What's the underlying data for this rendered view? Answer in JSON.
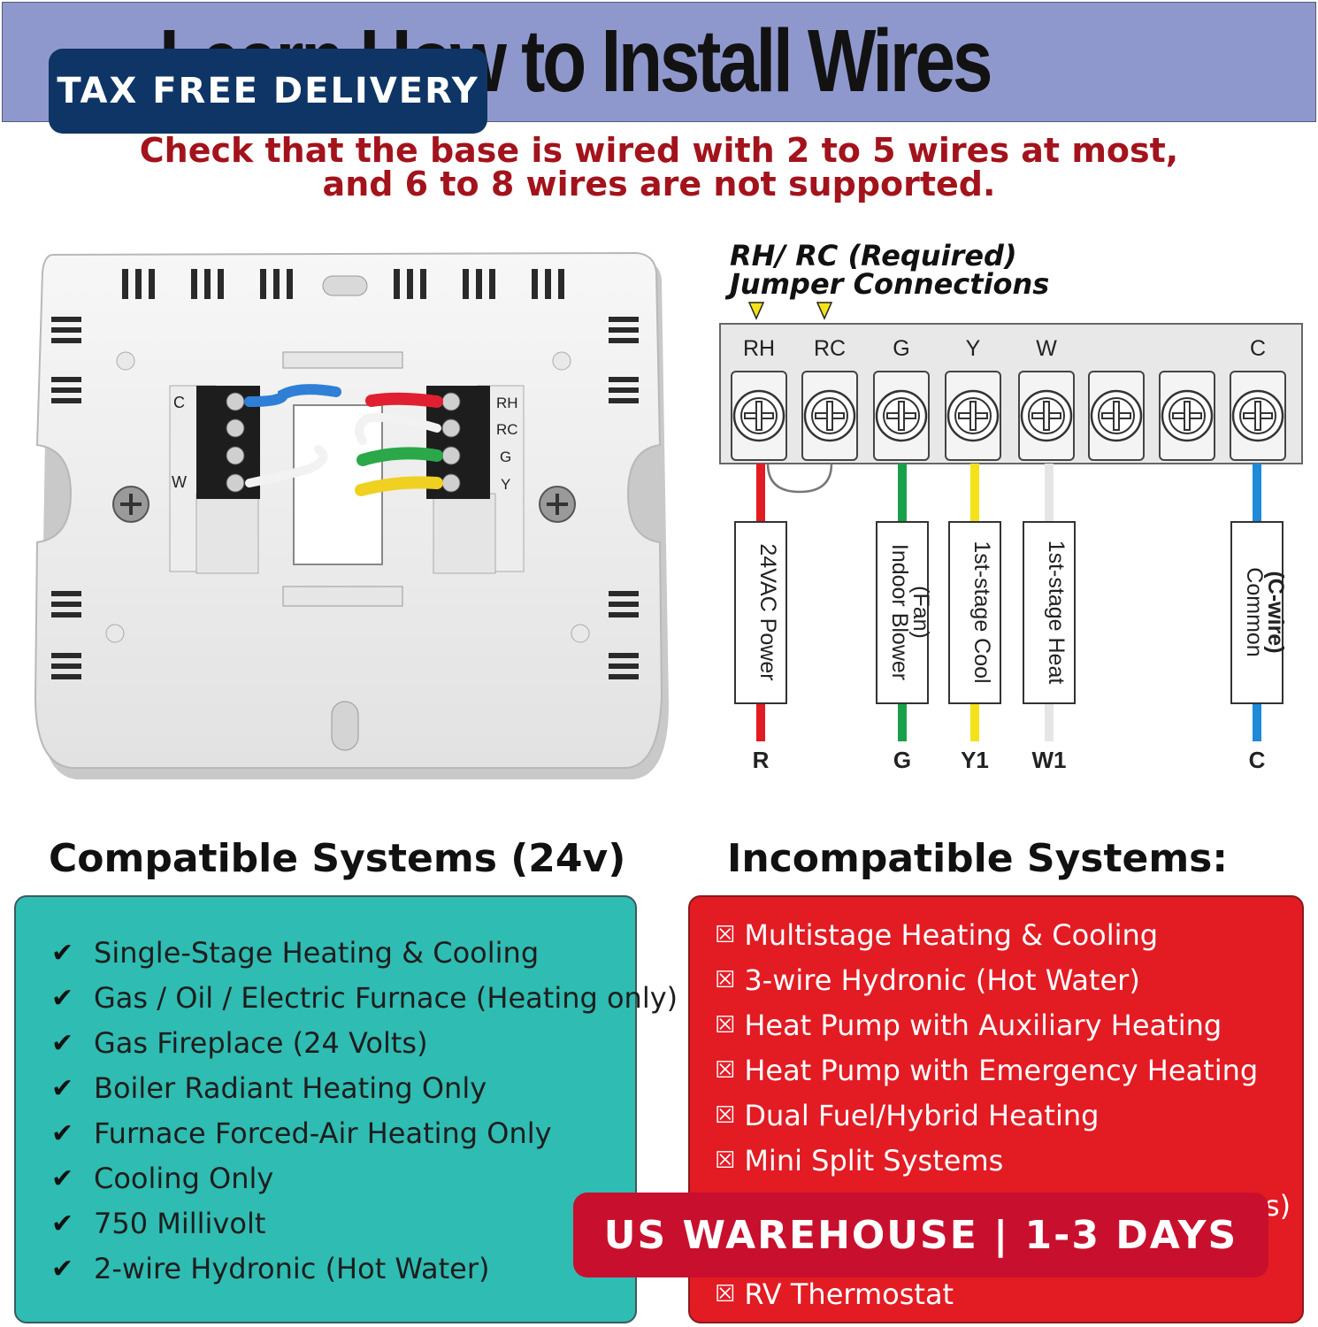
{
  "header": {
    "title": "Learn How to Install Wires",
    "badge_tax": "TAX FREE DELIVERY",
    "subtitle_line1": "Check that the base is wired with 2 to 5 wires at most,",
    "subtitle_line2": "and 6 to 8 wires are not supported."
  },
  "photo": {
    "left_labels": [
      "C",
      "W"
    ],
    "right_labels": [
      "RH",
      "RC",
      "G",
      "Y"
    ],
    "wire_colors": {
      "blue": "#2f7fd6",
      "red": "#e02030",
      "green": "#2aa84a",
      "yellow": "#f0d020",
      "white": "#f2f2f2"
    }
  },
  "diagram": {
    "jumper_line1": "RH/ RC (Required)",
    "jumper_line2": "Jumper Connections",
    "terminals": [
      "RH",
      "RC",
      "G",
      "Y",
      "W",
      "",
      "",
      "C"
    ],
    "wires": [
      {
        "label": "24VAC Power",
        "bottom": "R",
        "color": "#e31b23"
      },
      {
        "label": "Indoor Blower (Fan)",
        "label_line1": "Indoor Blower",
        "label_line2": "(Fan)",
        "bottom": "G",
        "color": "#1aa04a"
      },
      {
        "label": "1st-stage Cool",
        "bottom": "Y1",
        "color": "#f5e11a"
      },
      {
        "label": "1st-stage Heat",
        "bottom": "W1",
        "color": "#e6e6e6"
      },
      {
        "label": "Common (C-wire)",
        "label_line1": "Common",
        "label_line2": "(C-wire)",
        "bottom": "C",
        "color": "#1f8ad8"
      }
    ]
  },
  "compatible": {
    "heading": "Compatible Systems (24v)",
    "items": [
      "Single-Stage Heating & Cooling",
      "Gas / Oil / Electric Furnace (Heating only)",
      "Gas Fireplace (24 Volts)",
      "Boiler Radiant Heating Only",
      "Furnace Forced-Air Heating Only",
      "Cooling Only",
      "750 Millivolt",
      "2-wire Hydronic (Hot Water)"
    ],
    "check_icon": "check-icon",
    "panel_color": "#2fbcb2"
  },
  "incompatible": {
    "heading": "Incompatible Systems:",
    "items": [
      "Multistage Heating & Cooling",
      "3-wire Hydronic (Hot Water)",
      "Heat Pump with Auxiliary Heating",
      "Heat Pump with Emergency Heating",
      "Dual Fuel/Hybrid Heating",
      "Mini Split Systems",
      "RV Thermostat"
    ],
    "partial_visible_tail": "s)",
    "cross_icon": "cross-box-icon",
    "panel_color": "#e31b23"
  },
  "badge_us": "US WAREHOUSE | 1-3 DAYS"
}
